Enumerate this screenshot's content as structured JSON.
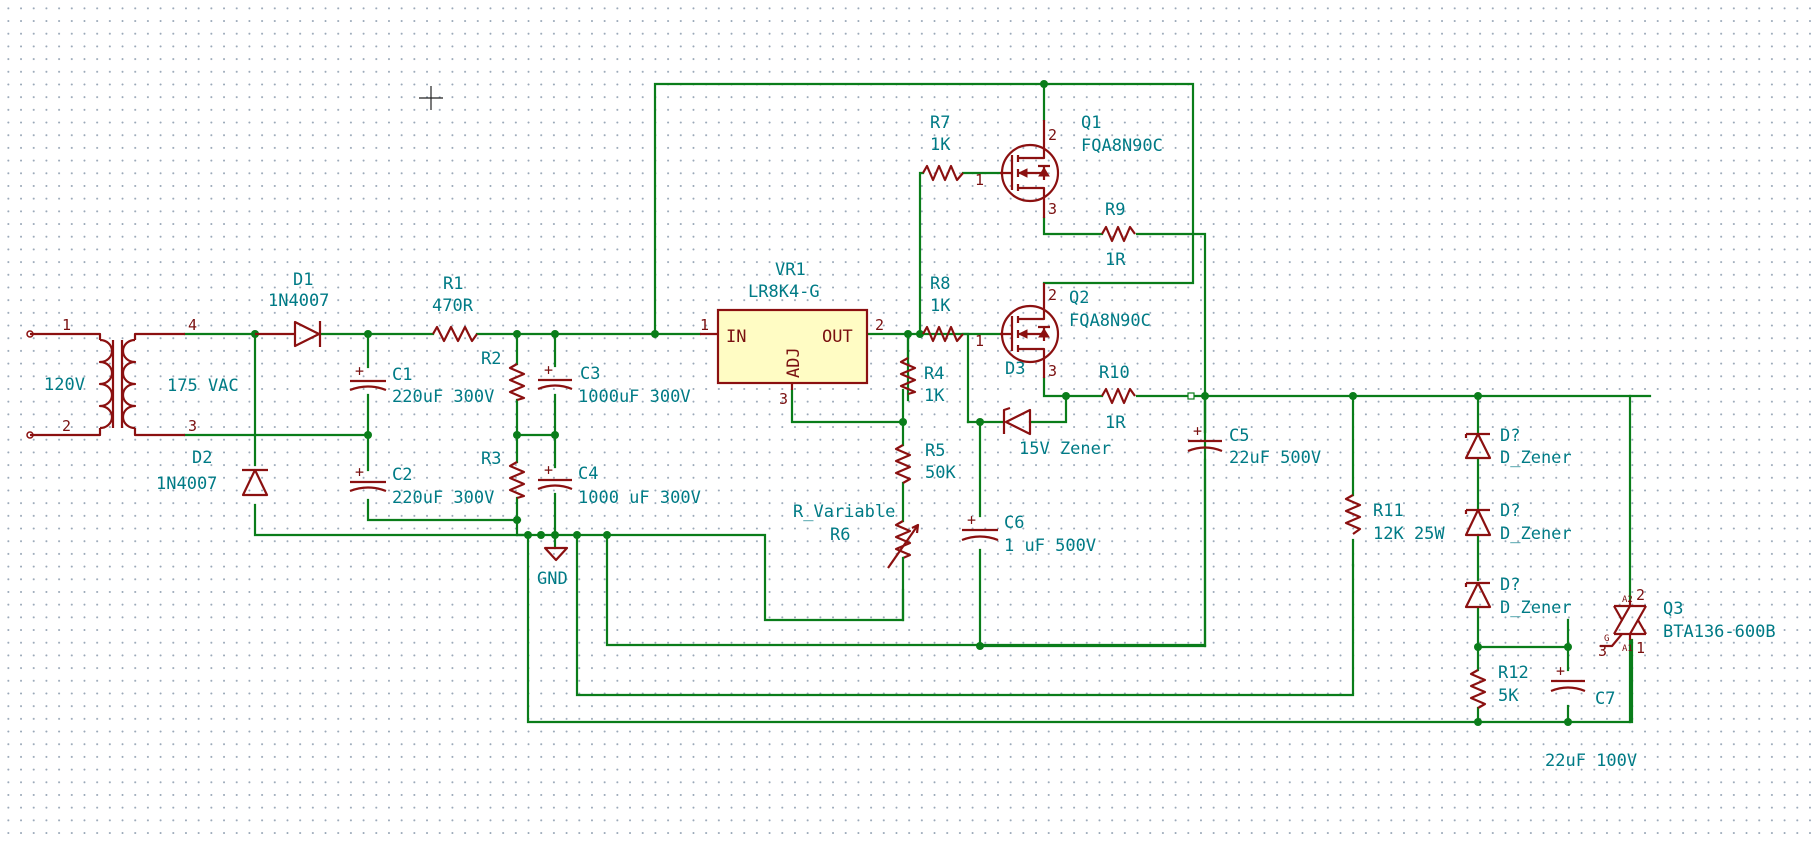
{
  "schematic": {
    "transformer": {
      "primary_label": "120V",
      "secondary_label": "175 VAC",
      "pin_1": "1",
      "pin_2": "2",
      "pin_3": "3",
      "pin_4": "4"
    },
    "d1": {
      "ref": "D1",
      "value": "1N4007"
    },
    "d2": {
      "ref": "D2",
      "value": "1N4007"
    },
    "r1": {
      "ref": "R1",
      "value": "470R"
    },
    "c1": {
      "ref": "C1",
      "value": "220uF 300V"
    },
    "c2": {
      "ref": "C2",
      "value": "220uF 300V"
    },
    "r2": {
      "ref": "R2"
    },
    "r3": {
      "ref": "R3"
    },
    "c3": {
      "ref": "C3",
      "value": "1000uF 300V"
    },
    "c4": {
      "ref": "C4",
      "value": "1000 uF 300V"
    },
    "gnd": {
      "label": "GND"
    },
    "vr1": {
      "ref": "VR1",
      "value": "LR8K4-G",
      "pin_in": "IN",
      "pin_out": "OUT",
      "pin_adj": "ADJ",
      "pin1": "1",
      "pin2": "2",
      "pin3": "3"
    },
    "r4": {
      "ref": "R4",
      "value": "1K"
    },
    "r5": {
      "ref": "R5",
      "value": "50K"
    },
    "r6": {
      "ref": "R6",
      "value": "R_Variable"
    },
    "c6": {
      "ref": "C6",
      "value": "1 uF 500V"
    },
    "r7": {
      "ref": "R7",
      "value": "1K"
    },
    "r8": {
      "ref": "R8",
      "value": "1K"
    },
    "q1": {
      "ref": "Q1",
      "value": "FQA8N90C",
      "pin_g": "1",
      "pin_d": "2",
      "pin_s": "3"
    },
    "q2": {
      "ref": "Q2",
      "value": "FQA8N90C",
      "pin_g": "1",
      "pin_d": "2",
      "pin_s": "3"
    },
    "r9": {
      "ref": "R9",
      "value": "1R"
    },
    "r10": {
      "ref": "R10",
      "value": "1R"
    },
    "d3": {
      "ref": "D3",
      "value": "15V Zener"
    },
    "c5": {
      "ref": "C5",
      "value": "22uF 500V"
    },
    "r11": {
      "ref": "R11",
      "value": "12K 25W"
    },
    "dz1": {
      "ref": "D?",
      "value": "D_Zener"
    },
    "dz2": {
      "ref": "D?",
      "value": "D_Zener"
    },
    "dz3": {
      "ref": "D?",
      "value": "D_Zener"
    },
    "r12": {
      "ref": "R12",
      "value": "5K"
    },
    "c7": {
      "ref": "C7",
      "value": "22uF 100V"
    },
    "q3": {
      "ref": "Q3",
      "value": "BTA136-600B",
      "pin1": "1",
      "pin2": "2",
      "pin3": "3",
      "pin_a1": "A1",
      "pin_a2": "A2",
      "pin_g": "G"
    }
  },
  "colors": {
    "wire": "#0a7d1a",
    "symbol": "#8b1010",
    "label": "#007b86",
    "grid": "#9aa8b8"
  }
}
